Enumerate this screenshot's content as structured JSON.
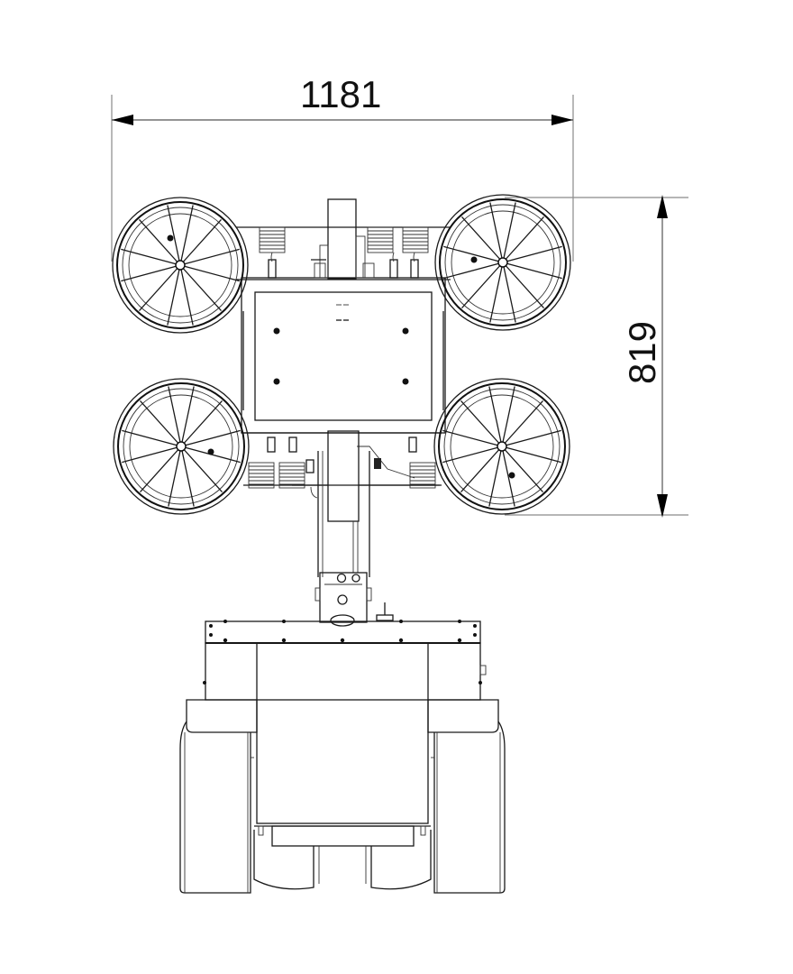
{
  "drawing": {
    "type": "technical-drawing-top-view",
    "subject": "vacuum lifting device with four suction pads on a tracked/wheeled base",
    "line_color": "#1a1a1a",
    "background": "#ffffff"
  },
  "dimensions": {
    "overall_width": {
      "value": "1181",
      "orientation": "horizontal",
      "position": "top"
    },
    "pad_frame_height": {
      "value": "819",
      "orientation": "vertical",
      "position": "right"
    }
  },
  "components": {
    "suction_pads": [
      {
        "id": "top-left",
        "spokes": 12
      },
      {
        "id": "top-right",
        "spokes": 12
      },
      {
        "id": "bottom-left",
        "spokes": 12
      },
      {
        "id": "bottom-right",
        "spokes": 12
      }
    ],
    "center_plate": {
      "mounting_holes": 4
    },
    "base": {
      "front_wheels": 2,
      "rear_wheels": 2
    }
  }
}
